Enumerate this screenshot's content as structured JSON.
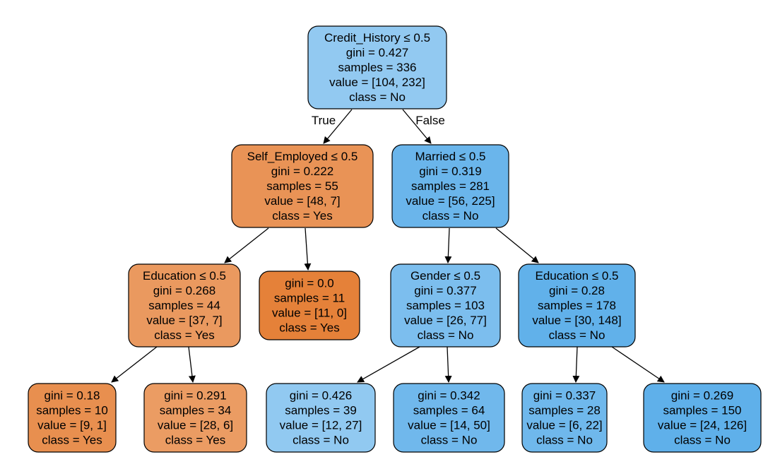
{
  "tree": {
    "nodes": [
      {
        "id": "n0",
        "lines": [
          "Credit_History ≤ 0.5",
          "gini = 0.427",
          "samples = 336",
          "value = [104, 232]",
          "class = No"
        ],
        "fill": "#92c9f1"
      },
      {
        "id": "n1",
        "lines": [
          "Self_Employed ≤ 0.5",
          "gini = 0.222",
          "samples = 55",
          "value = [48, 7]",
          "class = Yes"
        ],
        "fill": "#e99356"
      },
      {
        "id": "n2",
        "lines": [
          "Married ≤ 0.5",
          "gini = 0.319",
          "samples = 281",
          "value = [56, 225]",
          "class = No"
        ],
        "fill": "#6ab5eb"
      },
      {
        "id": "n3",
        "lines": [
          "Education ≤ 0.5",
          "gini = 0.268",
          "samples = 44",
          "value = [37, 7]",
          "class = Yes"
        ],
        "fill": "#ea995f"
      },
      {
        "id": "n4",
        "lines": [
          "gini = 0.0",
          "samples = 11",
          "value = [11, 0]",
          "class = Yes"
        ],
        "fill": "#e58139"
      },
      {
        "id": "n5",
        "lines": [
          "Gender ≤ 0.5",
          "gini = 0.377",
          "samples = 103",
          "value = [26, 77]",
          "class = No"
        ],
        "fill": "#7cbeee"
      },
      {
        "id": "n6",
        "lines": [
          "Education ≤ 0.5",
          "gini = 0.28",
          "samples = 178",
          "value = [30, 148]",
          "class = No"
        ],
        "fill": "#61b1ea"
      },
      {
        "id": "n7",
        "lines": [
          "gini = 0.18",
          "samples = 10",
          "value = [9, 1]",
          "class = Yes"
        ],
        "fill": "#e88f4f"
      },
      {
        "id": "n8",
        "lines": [
          "gini = 0.291",
          "samples = 34",
          "value = [28, 6]",
          "class = Yes"
        ],
        "fill": "#eb9c63"
      },
      {
        "id": "n9",
        "lines": [
          "gini = 0.426",
          "samples = 39",
          "value = [12, 27]",
          "class = No"
        ],
        "fill": "#91c9f1"
      },
      {
        "id": "n10",
        "lines": [
          "gini = 0.342",
          "samples = 64",
          "value = [14, 50]",
          "class = No"
        ],
        "fill": "#70b8ec"
      },
      {
        "id": "n11",
        "lines": [
          "gini = 0.337",
          "samples = 28",
          "value = [6, 22]",
          "class = No"
        ],
        "fill": "#6fb8ec"
      },
      {
        "id": "n12",
        "lines": [
          "gini = 0.269",
          "samples = 150",
          "value = [24, 126]",
          "class = No"
        ],
        "fill": "#5fb0ea"
      }
    ],
    "edges": [
      {
        "from": "n0",
        "to": "n1",
        "label": "True"
      },
      {
        "from": "n0",
        "to": "n2",
        "label": "False"
      },
      {
        "from": "n1",
        "to": "n3",
        "label": ""
      },
      {
        "from": "n1",
        "to": "n4",
        "label": ""
      },
      {
        "from": "n2",
        "to": "n5",
        "label": ""
      },
      {
        "from": "n2",
        "to": "n6",
        "label": ""
      },
      {
        "from": "n3",
        "to": "n7",
        "label": ""
      },
      {
        "from": "n3",
        "to": "n8",
        "label": ""
      },
      {
        "from": "n5",
        "to": "n9",
        "label": ""
      },
      {
        "from": "n5",
        "to": "n10",
        "label": ""
      },
      {
        "from": "n6",
        "to": "n11",
        "label": ""
      },
      {
        "from": "n6",
        "to": "n12",
        "label": ""
      }
    ]
  }
}
